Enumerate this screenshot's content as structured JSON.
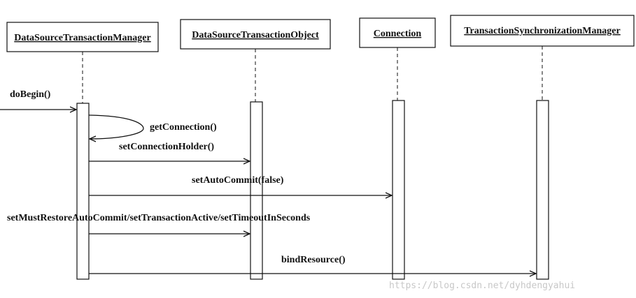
{
  "participants": [
    {
      "name": "DataSourceTransactionManager"
    },
    {
      "name": "DataSourceTransactionObject"
    },
    {
      "name": "Connection"
    },
    {
      "name": "TransactionSynchronizationManager"
    }
  ],
  "messages": [
    {
      "label": "doBegin()",
      "from": "external",
      "to": "DataSourceTransactionManager"
    },
    {
      "label": "getConnection()",
      "from": "DataSourceTransactionManager",
      "to": "DataSourceTransactionManager"
    },
    {
      "label": "setConnectionHolder()",
      "from": "DataSourceTransactionManager",
      "to": "DataSourceTransactionObject"
    },
    {
      "label": "setAutoCommit(false)",
      "from": "DataSourceTransactionManager",
      "to": "Connection"
    },
    {
      "label": "setMustRestoreAutoCommit/setTransactionActive/setTimeoutInSeconds",
      "from": "DataSourceTransactionManager",
      "to": "DataSourceTransactionObject"
    },
    {
      "label": "bindResource()",
      "from": "DataSourceTransactionManager",
      "to": "TransactionSynchronizationManager"
    }
  ],
  "watermark": "https://blog.csdn.net/dyhdengyahui"
}
